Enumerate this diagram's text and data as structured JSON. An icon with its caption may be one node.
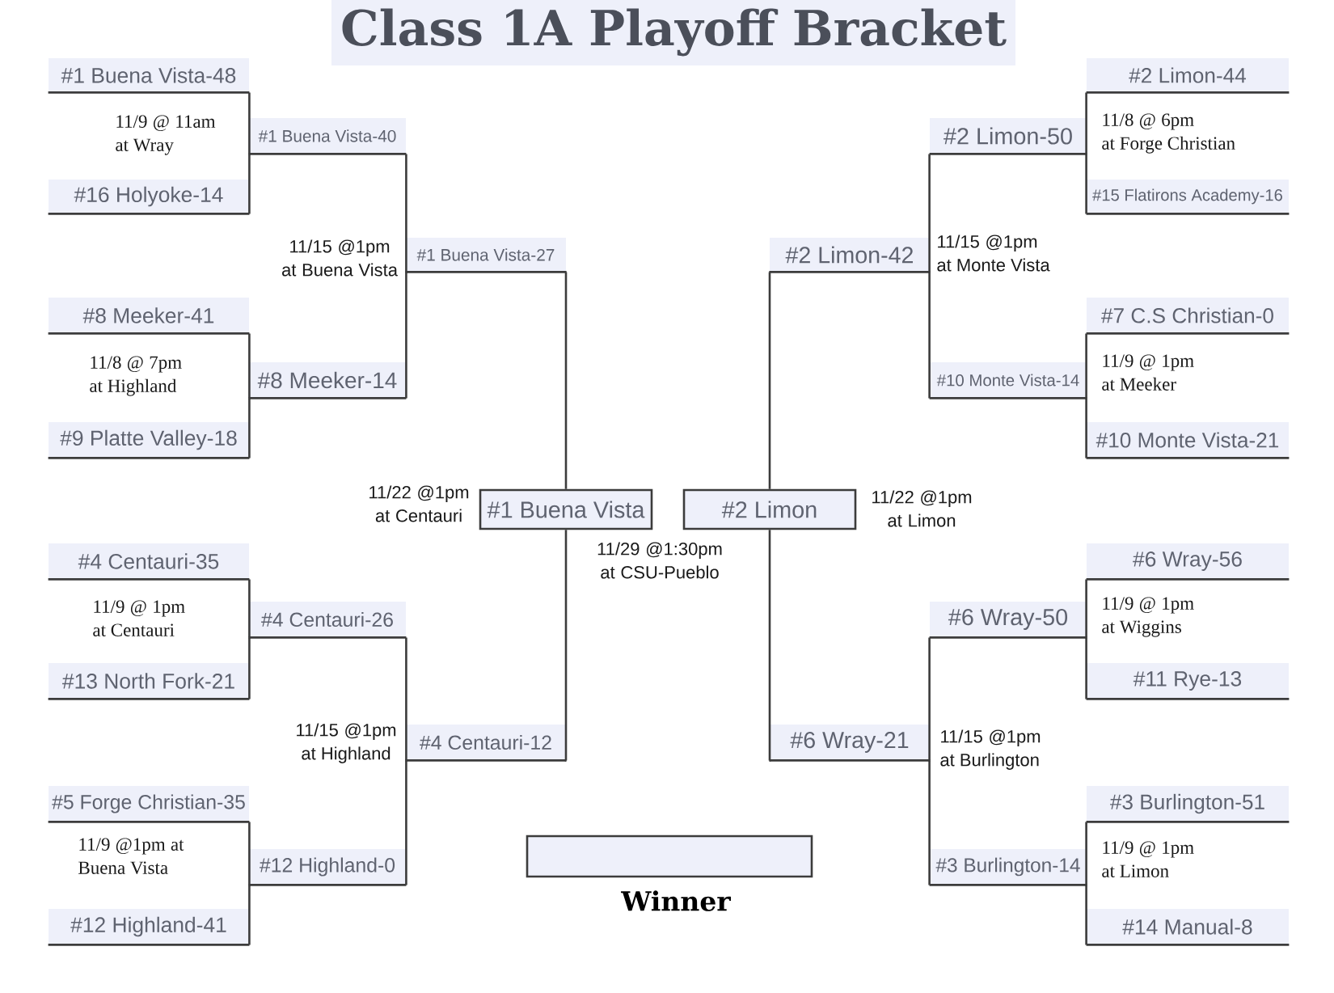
{
  "diagram": {
    "title": "Class 1A Playoff Bracket",
    "nodes": [
      {
        "text": [
          "#1 Buena Vista-48"
        ]
      },
      {
        "text": [
          "#16 Holyoke-14"
        ]
      },
      {
        "text": [
          "#8 Meeker-41"
        ]
      },
      {
        "text": [
          "#9 Platte Valley-18"
        ]
      },
      {
        "text": [
          "#4 Centauri-35"
        ]
      },
      {
        "text": [
          "#13 North Fork-21"
        ]
      },
      {
        "text": [
          "#5 Forge Christian-35"
        ]
      },
      {
        "text": [
          "#12 Highland-41"
        ]
      },
      {
        "text": [
          "#1 Buena Vista-40"
        ]
      },
      {
        "text": [
          "#8 Meeker-14"
        ]
      },
      {
        "text": [
          "#4 Centauri-26"
        ]
      },
      {
        "text": [
          "#12 Highland-0"
        ]
      },
      {
        "text": [
          "#1 Buena Vista-27"
        ]
      },
      {
        "text": [
          "#4 Centauri-12"
        ]
      },
      {
        "text": [
          "#1 Buena Vista"
        ]
      },
      {
        "text": [
          "#2 Limon"
        ]
      },
      {
        "text": [],
        "shape": "box",
        "beside": [
          "Winner"
        ]
      },
      {
        "text": [
          "#2 Limon-42"
        ]
      },
      {
        "text": [
          "#6 Wray-21"
        ]
      },
      {
        "text": [
          "#2 Limon-50"
        ]
      },
      {
        "text": [
          "#10 Monte Vista-14"
        ]
      },
      {
        "text": [
          "#6 Wray-50"
        ]
      },
      {
        "text": [
          "#3 Burlington-14"
        ]
      },
      {
        "text": [
          "#2 Limon-44"
        ]
      },
      {
        "text": [
          "#15 Flatirons Academy-16"
        ]
      },
      {
        "text": [
          "#7 C.S Christian-0"
        ]
      },
      {
        "text": [
          "#10 Monte Vista-21"
        ]
      },
      {
        "text": [
          "#6 Wray-56"
        ]
      },
      {
        "text": [
          "#11 Rye-13"
        ]
      },
      {
        "text": [
          "#3 Burlington-51"
        ]
      },
      {
        "text": [
          "#14 Manual-8"
        ]
      }
    ],
    "edges": [
      {
        "from": 0,
        "to": 8,
        "arrow": "none"
      },
      {
        "from": 1,
        "to": 8,
        "arrow": "none"
      },
      {
        "from": 2,
        "to": 9,
        "arrow": "none"
      },
      {
        "from": 3,
        "to": 9,
        "arrow": "none"
      },
      {
        "from": 4,
        "to": 10,
        "arrow": "none"
      },
      {
        "from": 5,
        "to": 10,
        "arrow": "none"
      },
      {
        "from": 6,
        "to": 11,
        "arrow": "none"
      },
      {
        "from": 7,
        "to": 11,
        "arrow": "none"
      },
      {
        "from": 8,
        "to": 12,
        "arrow": "none"
      },
      {
        "from": 9,
        "to": 12,
        "arrow": "none"
      },
      {
        "from": 10,
        "to": 13,
        "arrow": "none"
      },
      {
        "from": 11,
        "to": 13,
        "arrow": "none"
      },
      {
        "from": 12,
        "to": 14,
        "arrow": "none"
      },
      {
        "from": 13,
        "to": 14,
        "arrow": "none"
      },
      {
        "from": 23,
        "to": 19,
        "arrow": "none"
      },
      {
        "from": 24,
        "to": 19,
        "arrow": "none"
      },
      {
        "from": 25,
        "to": 20,
        "arrow": "none"
      },
      {
        "from": 26,
        "to": 20,
        "arrow": "none"
      },
      {
        "from": 27,
        "to": 21,
        "arrow": "none"
      },
      {
        "from": 28,
        "to": 21,
        "arrow": "none"
      },
      {
        "from": 29,
        "to": 22,
        "arrow": "none"
      },
      {
        "from": 30,
        "to": 22,
        "arrow": "none"
      },
      {
        "from": 19,
        "to": 17,
        "arrow": "none"
      },
      {
        "from": 20,
        "to": 17,
        "arrow": "none"
      },
      {
        "from": 21,
        "to": 18,
        "arrow": "none"
      },
      {
        "from": 22,
        "to": 18,
        "arrow": "none"
      },
      {
        "from": 17,
        "to": 15,
        "arrow": "none"
      },
      {
        "from": 18,
        "to": 15,
        "arrow": "none"
      }
    ],
    "labels": [
      "11/9 @ 11am at Wray",
      "11/8 @ 6pm at Forge Christian",
      "11/15 @1pm at Buena Vista",
      "11/15 @1pm at Monte Vista",
      "11/8 @ 7pm at Highland",
      "11/9 @ 1pm at Meeker",
      "11/22 @1pm at Centauri",
      "11/22 @1pm at Limon",
      "11/29 @1:30pm at CSU-Pueblo",
      "11/9 @ 1pm at Centauri",
      "11/9 @ 1pm at Wiggins",
      "11/15 @1pm at Highland",
      "11/15 @1pm at Burlington",
      "11/9 @1pm at Buena Vista",
      "11/9 @ 1pm at Limon"
    ]
  }
}
